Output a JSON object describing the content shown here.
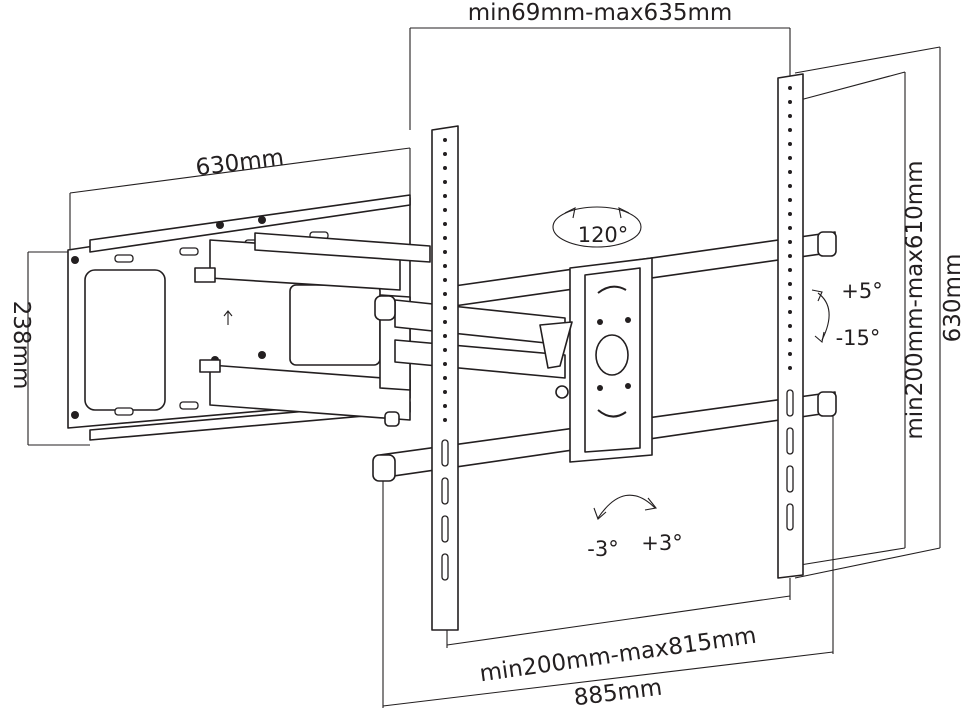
{
  "dimensions": {
    "arm_width_range": "min69mm-max635mm",
    "extension": "630mm",
    "wall_plate_height": "238mm",
    "bracket_height": "630mm",
    "vertical_hole_spacing": "min200mm-max610mm",
    "horizontal_hole_spacing": "min200mm-max815mm",
    "total_width": "885mm"
  },
  "angles": {
    "swivel": "120°",
    "tilt_up": "+5°",
    "tilt_down": "-15°",
    "rotate_left": "-3°",
    "rotate_right": "+3°"
  },
  "colors": {
    "line": "#231f20",
    "fill": "#ffffff"
  }
}
